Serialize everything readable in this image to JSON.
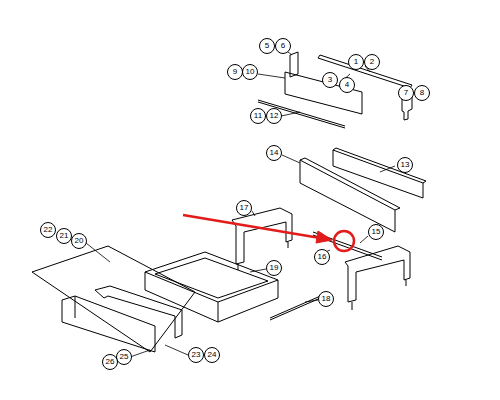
{
  "diagram": {
    "labels": [
      "5",
      "6",
      "1",
      "2",
      "9",
      "10",
      "3",
      "4",
      "7",
      "8",
      "11",
      "12",
      "14",
      "13",
      "17",
      "15",
      "16",
      "19",
      "18",
      "22",
      "21",
      "20",
      "25",
      "26",
      "23",
      "24"
    ]
  }
}
